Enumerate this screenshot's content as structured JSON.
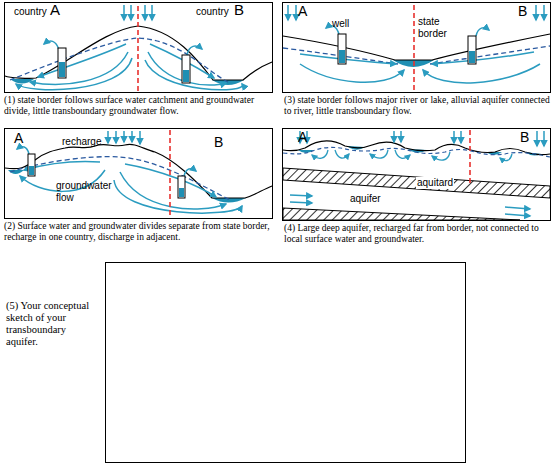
{
  "diagram": {
    "labels": [
      "country",
      "A",
      "country",
      "B",
      "(1) state border follows surface water catchment and groundwater divide, little transboundary groundwater flow.",
      "A",
      "well",
      "state border",
      "B",
      "(3) state border follows major river or lake, alluvial aquifer connected to river, little transboundary flow.",
      "A",
      "recharge",
      "B",
      "groundwater flow",
      "(2) Surface water and groundwater divides separate from state border, recharge in one country, discharge in adjacent.",
      "A",
      "B",
      "aquitard",
      "aquifer",
      "(4) Large deep aquifer, recharged far from border, not connected to local surface water and groundwater.",
      "(5) Your conceptual sketch of your transboundary aquifer."
    ]
  }
}
